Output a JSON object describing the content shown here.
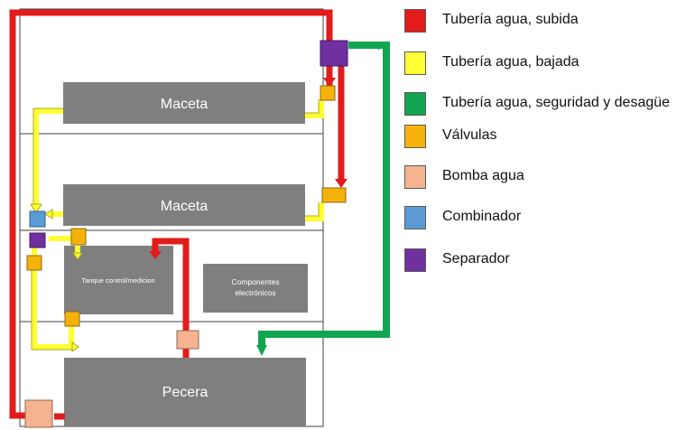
{
  "colors": {
    "supply_pipe": "#e31b1b",
    "return_pipe": "#ffff33",
    "drain_pipe": "#12a551",
    "valve": "#f6b20a",
    "pump": "#f5b38f",
    "combiner": "#5b9bd5",
    "splitter": "#7030a0",
    "block": "#7f7f7f"
  },
  "diagram": {
    "planter_top": "Maceta",
    "planter_bottom": "Maceta",
    "tank": "Tanque control/medicion",
    "electronics": "Componentes electrónicos",
    "aquarium": "Pecera"
  },
  "legend": [
    {
      "label": "Tubería agua, subida",
      "color": "#e31b1b"
    },
    {
      "label": "Tubería agua, bajada",
      "color": "#ffff33"
    },
    {
      "label": "Tubería agua, seguridad y desagüe",
      "color": "#12a551"
    },
    {
      "label": "Válvulas",
      "color": "#f6b20a"
    },
    {
      "label": "Bomba agua",
      "color": "#f5b38f"
    },
    {
      "label": "Combinador",
      "color": "#5b9bd5"
    },
    {
      "label": "Separador",
      "color": "#7030a0"
    }
  ]
}
